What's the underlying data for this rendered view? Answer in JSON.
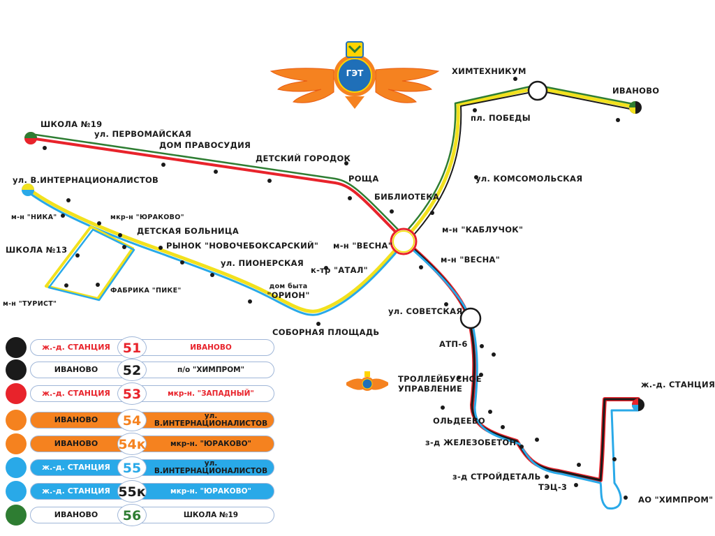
{
  "logo": {
    "text": "ГЭТ"
  },
  "stations": {
    "himtekhnikum": "ХИМТЕХНИКУМ",
    "ivanovo": "ИВАНОВО",
    "pl_pobedy": "пл. ПОБЕДЫ",
    "shkola19": "ШКОЛА №19",
    "pervomayskaya": "ул. ПЕРВОМАЙСКАЯ",
    "dom_pravosudiya": "ДОМ ПРАВОСУДИЯ",
    "detsky_gorodok": "ДЕТСКИЙ ГОРОДОК",
    "komsomolskaya": "ул. КОМСОМОЛЬСКАЯ",
    "roshcha": "РОЩА",
    "v_internatsionalistov": "ул. В.ИНТЕРНАЦИОНАЛИСТОВ",
    "biblioteka": "БИБЛИОТЕКА",
    "nika": "м-н \"НИКА\"",
    "yurakovo": "мкр-н \"ЮРАКОВО\"",
    "kabluchok": "м-н \"КАБЛУЧОК\"",
    "detskaya_bolnitsa": "ДЕТСКАЯ БОЛЬНИЦА",
    "shkola13": "ШКОЛА №13",
    "rynok": "РЫНОК \"НОВОЧЕБОКСАРСКИЙ\"",
    "vesna_left": "м-н \"ВЕСНА\"",
    "vesna_right": "м-н \"ВЕСНА\"",
    "pionerskaya": "ул. ПИОНЕРСКАЯ",
    "atal": "к-тр \"АТАЛ\"",
    "pike": "ФАБРИКА \"ПИКЕ\"",
    "dom_byta_1": "дом быта",
    "dom_byta_2": "\"ОРИОН\"",
    "turist": "м-н \"ТУРИСТ\"",
    "sovetskaya": "ул. СОВЕТСКАЯ",
    "sobornaya": "СОБОРНАЯ ПЛОЩАДЬ",
    "atp6": "АТП-6",
    "trolley_1": "ТРОЛЛЕЙБУСНОЕ",
    "trolley_2": "УПРАВЛЕНИЕ",
    "zhd_stantsiya": "ж.-д. СТАНЦИЯ",
    "oldeevo": "ОЛЬДЕЕВО",
    "zhelezobeton": "з-д ЖЕЛЕЗОБЕТОН",
    "stroydetal": "з-д СТРОЙДЕТАЛЬ",
    "tets3": "ТЭЦ-3",
    "ao_khimprom": "АО \"ХИМПРОМ\""
  },
  "legend": [
    {
      "from": "ж.-д. СТАНЦИЯ",
      "num": "51",
      "to": "ИВАНОВО",
      "dot": "#1a1a1a",
      "style": "white",
      "from_color": "#e8232b",
      "to_color": "#e8232b",
      "num_color": "#e8232b"
    },
    {
      "from": "ИВАНОВО",
      "num": "52",
      "to": "п/о \"ХИМПРОМ\"",
      "dot": "#1a1a1a",
      "style": "white",
      "from_color": "#1a1a1a",
      "to_color": "#1a1a1a",
      "num_color": "#1a1a1a"
    },
    {
      "from": "ж.-д. СТАНЦИЯ",
      "num": "53",
      "to": "мкр-н. \"ЗАПАДНЫЙ\"",
      "dot": "#e8232b",
      "style": "white",
      "from_color": "#e8232b",
      "to_color": "#e8232b",
      "num_color": "#e8232b"
    },
    {
      "from": "ИВАНОВО",
      "num": "54",
      "to": "ул. В.ИНТЕРНАЦИОНАЛИСТОВ",
      "dot": "#f5821f",
      "style": "orange",
      "from_color": "#1a1a1a",
      "to_color": "#1a1a1a",
      "num_color": "#f5821f"
    },
    {
      "from": "ИВАНОВО",
      "num": "54к",
      "to": "мкр-н. \"ЮРАКОВО\"",
      "dot": "#f5821f",
      "style": "orange",
      "from_color": "#1a1a1a",
      "to_color": "#1a1a1a",
      "num_color": "#f5821f"
    },
    {
      "from": "ж.-д. СТАНЦИЯ",
      "num": "55",
      "to": "ул. В.ИНТЕРНАЦИОНАЛИСТОВ",
      "dot": "#29a9e8",
      "style": "blue",
      "from_color": "#ffffff",
      "to_color": "#1a1a1a",
      "num_color": "#29a9e8"
    },
    {
      "from": "ж.-д. СТАНЦИЯ",
      "num": "55к",
      "to": "мкр-н. \"ЮРАКОВО\"",
      "dot": "#29a9e8",
      "style": "blue",
      "from_color": "#ffffff",
      "to_color": "#ffffff",
      "num_color": "#1a1a1a"
    },
    {
      "from": "ИВАНОВО",
      "num": "56",
      "to": "ШКОЛА №19",
      "dot": "#2e7d32",
      "style": "white",
      "from_color": "#1a1a1a",
      "to_color": "#1a1a1a",
      "num_color": "#2e7d32"
    }
  ],
  "colors": {
    "red": "#e8232b",
    "green": "#2e7d32",
    "yellow": "#f2e11e",
    "blue": "#29a9e8",
    "black": "#1a1a1a",
    "orange": "#f5821f",
    "logo_orange": "#f58220"
  }
}
